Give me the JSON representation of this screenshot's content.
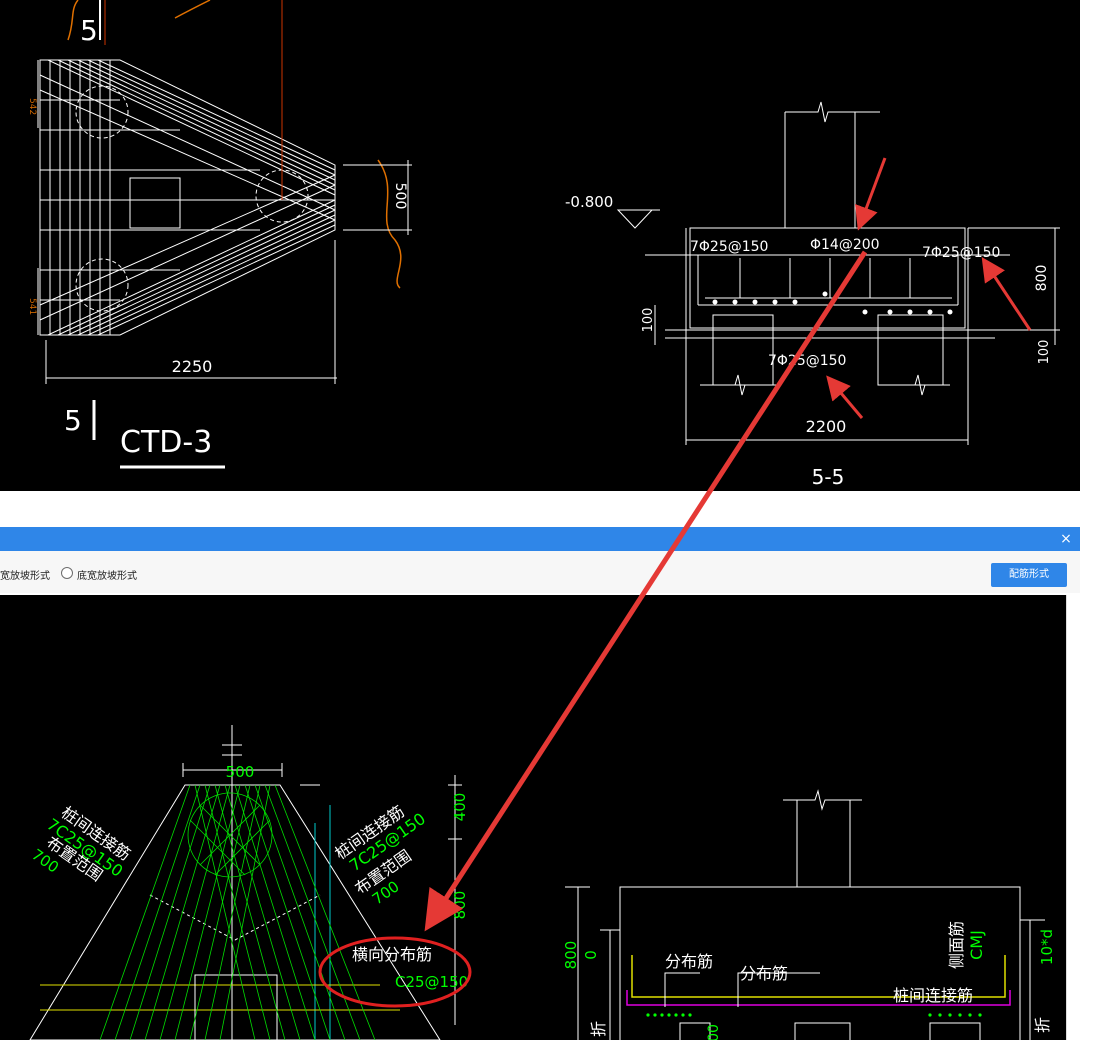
{
  "top_drawing": {
    "section_mark_top": "5",
    "dim_542_upper": "542",
    "dim_542_lower": "541",
    "dim_500_right": "500",
    "dim_2250": "2250",
    "section_mark_bottom": "5",
    "cap_title": "CTD-3",
    "elevation": "-0.800",
    "bar_top_left": "7Φ25@150",
    "bar_top_mid": "Φ14@200",
    "bar_top_right": "7Φ25@150",
    "dim_800": "800",
    "dim_100_left": "100",
    "dim_100_right": "100",
    "bar_bottom": "7Φ25@150",
    "dim_2200": "2200",
    "section_title": "5-5"
  },
  "dialog": {
    "close_label": "×",
    "option_width_slope": "宽放坡形式",
    "option_bottom_width_slope": "底宽放坡形式",
    "rebar_form_button": "配筋形式"
  },
  "bottom_drawing": {
    "dim_500": "500",
    "dim_400": "400",
    "left_label_1": "桩间连接筋",
    "left_label_2": "7C25@150",
    "left_label_3": "布置范围",
    "left_label_4": "700",
    "right_label_1": "桩间连接筋",
    "right_label_2": "7C25@150",
    "right_label_3": "布置范围",
    "right_label_4": "700",
    "dim_800_left": "800",
    "transverse_label": "横向分布筋",
    "transverse_spec": "C25@150",
    "section_dim_800": "800",
    "section_dim_0": "0",
    "dist_label_1": "分布筋",
    "dist_label_2": "分布筋",
    "side_bar_label": "侧面筋",
    "side_bar_code": "CMJ",
    "conn_label": "桩间连接筋",
    "dim_10d": "10*d",
    "fold_left": "折",
    "fold_right": "折",
    "dim_00": "00"
  }
}
